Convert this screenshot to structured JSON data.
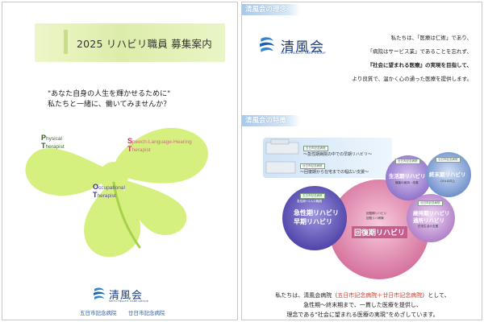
{
  "left": {
    "title": "2025 リハビリ職員 募集案内",
    "catch_line1": "\"あなた自身の人生を輝かせるために\"",
    "catch_line2": "私たちと一緒に、働いてみませんか？",
    "jobs": {
      "pt_cap1": "P",
      "pt_rest1": "hysical",
      "pt_cap2": "T",
      "pt_rest2": "herapist",
      "st_cap1": "S",
      "st_rest1": "peech-Language-Hearing",
      "st_cap2": "T",
      "st_rest2": "herapist",
      "ot_cap1": "O",
      "ot_rest1": "ccupational",
      "ot_cap2": "T",
      "ot_rest2": "herapist"
    },
    "logo_name": "清風会",
    "logo_sub": "SEIFU HEALTH CARE GROUP",
    "hospital1": "五日市記念病院",
    "hospital2": "廿日市記念病院"
  },
  "right": {
    "section1": "清風会の理念",
    "section2": "清風会の特徴",
    "logo_name": "清風会",
    "logo_sub": "SEIFU HEALTH CARE GROUP",
    "philosophy": {
      "l1": "私たちは、「医療は仁術」であり、",
      "l2": "「病院はサービス業」であることを忘れず、",
      "l3": "『社会に望まれる医療』の実現を目指して、",
      "l4": "より良質で、温かく心の通った医療を提供します。"
    },
    "diagram": {
      "fac1_name": "五日市記念病院",
      "fac1_desc": "～急性期病院の中での早期リハビリ～",
      "fac2_name": "廿日市記念病院",
      "fac2_desc": "～回復期から在宅までの幅広い支援～",
      "big_circle": "回復期リハビリ",
      "acute_circle_l1": "急性期リハビリ",
      "acute_circle_l2": "早期リハビリ",
      "life_circle": "生活期リハビリ",
      "terminal_circle": "終末期リハビリ",
      "maint_circle_l1": "維持期リハビリ",
      "maint_circle_l2": "通所リハビリ",
      "tag": "廿日市記念病院",
      "tag2": "五日市記念病院",
      "acute_note": "急性期～2人の職員",
      "big_note_l1": "回復期リハビリ",
      "big_note_l2": "回復リハ病棟",
      "life_note": "機能の維持・改善",
      "terminal_note": "QOLの向上",
      "maint_note": "在宅生活の支援"
    },
    "bottom": {
      "l1_a": "私たちは、清風会病院（",
      "l1_hl": "五日市記念病院＋廿日市記念病院",
      "l1_b": "）として、",
      "l2": "急性期～終末期まで、一貫した医療を提供し、",
      "l3": "理念である“社会に望まれる医療の実現”をめざしています。"
    }
  },
  "colors": {
    "clover": "#d6f07f",
    "clover_center": "#c7e86a",
    "title_band": "#dcedaa",
    "brand_blue": "#1a3f7d",
    "section_head": "#a9c9ea",
    "big_circle": "#d36a97",
    "acute_circle": "#6a5fb8",
    "life_circle": "#9a7fd0",
    "terminal_circle": "#7a9ad0",
    "maint_circle": "#b07fc8",
    "highlight_red": "#d23a2a"
  },
  "icons": [
    "seifu-logo-icon",
    "clover-icon",
    "hospital-building-icon"
  ]
}
